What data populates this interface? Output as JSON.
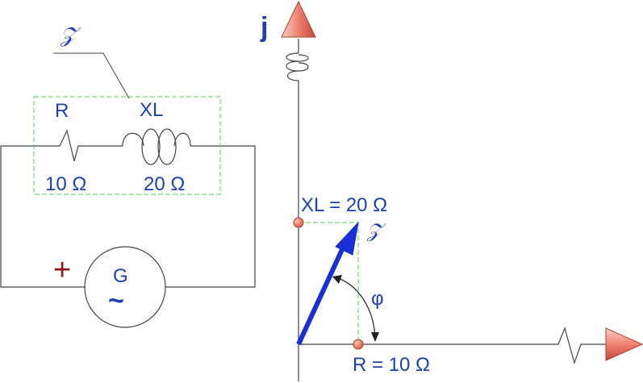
{
  "circuit": {
    "impedance_symbol": "𝒵",
    "resistor_label": "R",
    "resistor_value": "10 Ω",
    "inductor_label": "XL",
    "inductor_value": "20 Ω",
    "source_label": "G",
    "source_symbol": "~",
    "plus_sign": "+"
  },
  "phasor": {
    "imag_axis_label": "j",
    "xl_label": "XL = 20 Ω",
    "r_label": "R = 10 Ω",
    "z_label": "𝒵",
    "angle_label": "φ"
  },
  "colors": {
    "text": "#1f3fb0",
    "wire": "#444444",
    "dashed_box": "#55cc55",
    "vector": "#1a2fd6",
    "marker": "#e8735a",
    "arrowhead": "#f08878",
    "plus": "#8b1a1a"
  }
}
